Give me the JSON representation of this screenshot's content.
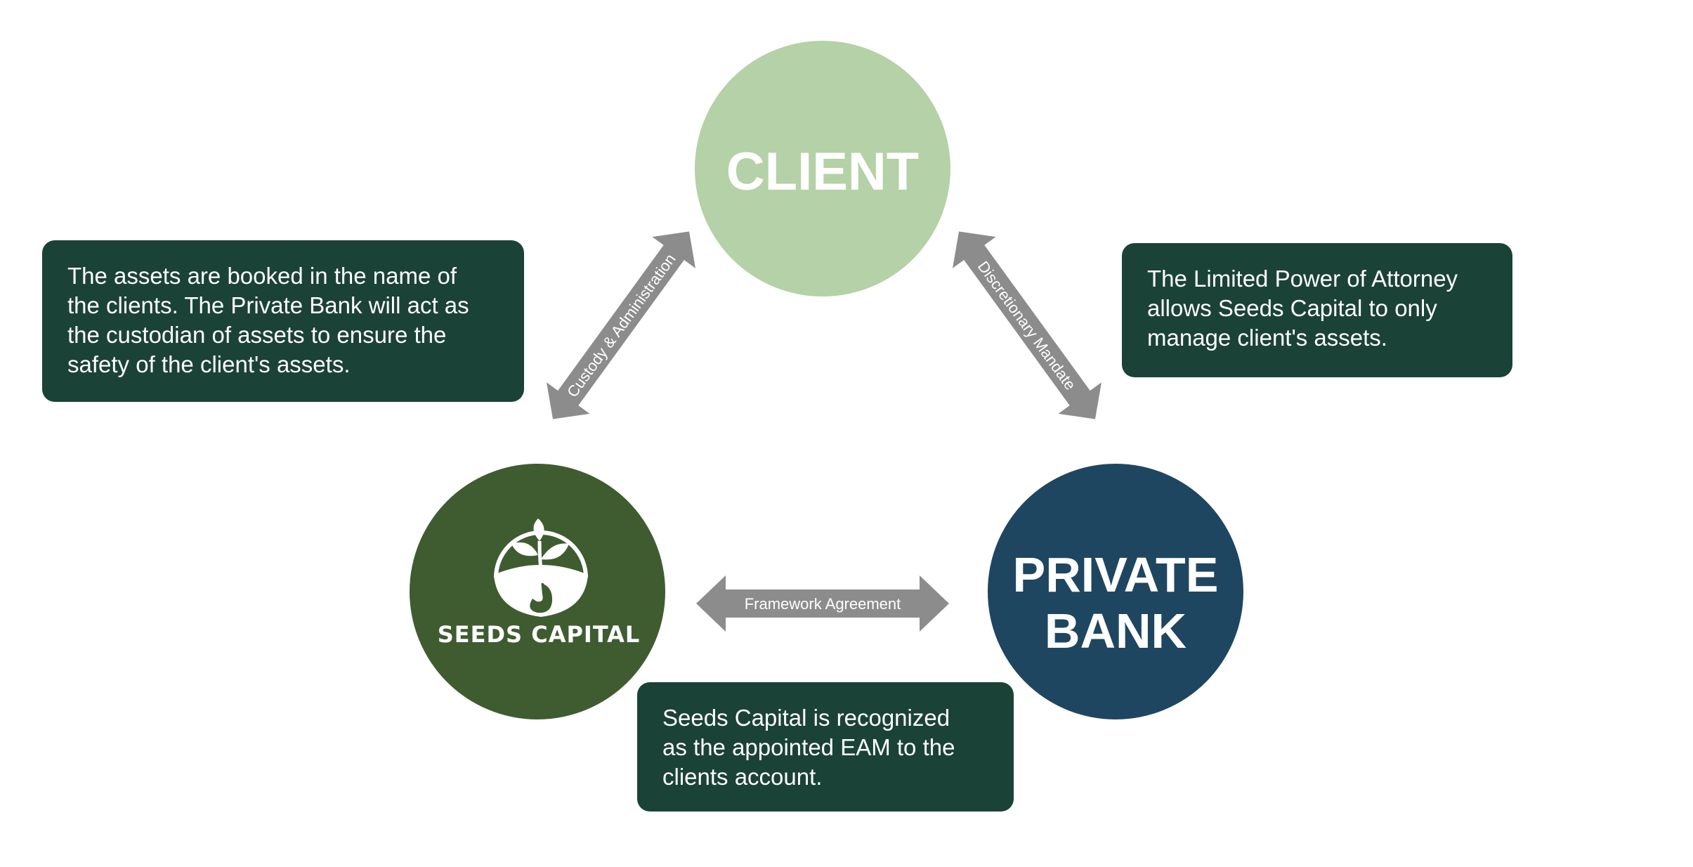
{
  "nodes": {
    "client": {
      "label": "CLIENT",
      "color": "#b5d1a7"
    },
    "seeds_capital": {
      "logo_text": "SEEDS CAPITAL",
      "color": "#3f5c31"
    },
    "private_bank": {
      "label_line1": "PRIVATE",
      "label_line2": "BANK",
      "color": "#1f4660"
    }
  },
  "arrows": {
    "custody": {
      "label": "Custody & Administration"
    },
    "discretionary": {
      "label": "Discretionary Mandate"
    },
    "framework": {
      "label": "Framework Agreement"
    },
    "color": "#8c8c8c"
  },
  "boxes": {
    "left": {
      "lines": [
        "The assets are booked in the name of",
        "the clients. The Private Bank will act as",
        "the custodian of assets to ensure the",
        "safety of the client's assets."
      ]
    },
    "right": {
      "lines": [
        "The Limited Power of Attorney",
        "allows Seeds Capital to only",
        "manage client's assets."
      ]
    },
    "bottom": {
      "lines": [
        "Seeds Capital is recognized",
        "as the appointed EAM to the",
        "clients account."
      ]
    },
    "color": "#1b4237"
  }
}
